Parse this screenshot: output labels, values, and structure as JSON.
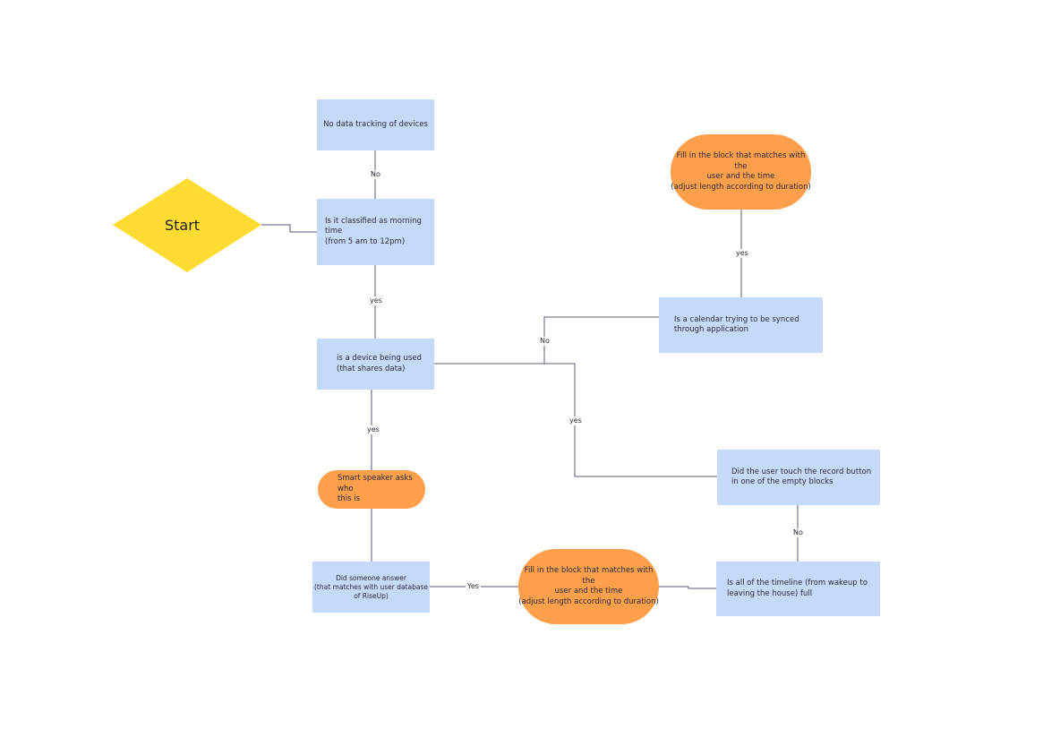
{
  "start": {
    "label": "Start"
  },
  "nodes": {
    "no_tracking": "No data tracking of devices",
    "morning": "Is it classified as morning time\n(from 5 am to 12pm)",
    "device_used": "is a device being used\n(that shares data)",
    "smart_speaker": "Smart speaker asks who\nthis is",
    "answered": "Did someone answer\n(that matches with user database\nof RiseUp)",
    "fill_bottom": "Fill in the block that matches with the\nuser and the time\n(adjust length according to duration)",
    "fill_top": "Fill in the block that matches with the\nuser and the time\n(adjust length according to duration)",
    "calendar": "Is a calendar trying to be synced\nthrough application",
    "record_button": "Did the user touch the record button\nin one of the empty blocks",
    "timeline_full": "Is all of the timeline (from wakeup to\nleaving the house) full"
  },
  "edges": {
    "morning_to_no_tracking": "No",
    "morning_to_device": "yes",
    "device_to_speaker": "yes",
    "device_to_calendar": "No",
    "record_to_device": "yes",
    "calendar_to_fill_top": "yes",
    "timeline_to_record": "No",
    "answered_to_fill": "Yes"
  },
  "colors": {
    "process": "#c5daf9",
    "terminal": "#fea04b",
    "start": "#fedc32",
    "connector": "#5a5a78"
  }
}
